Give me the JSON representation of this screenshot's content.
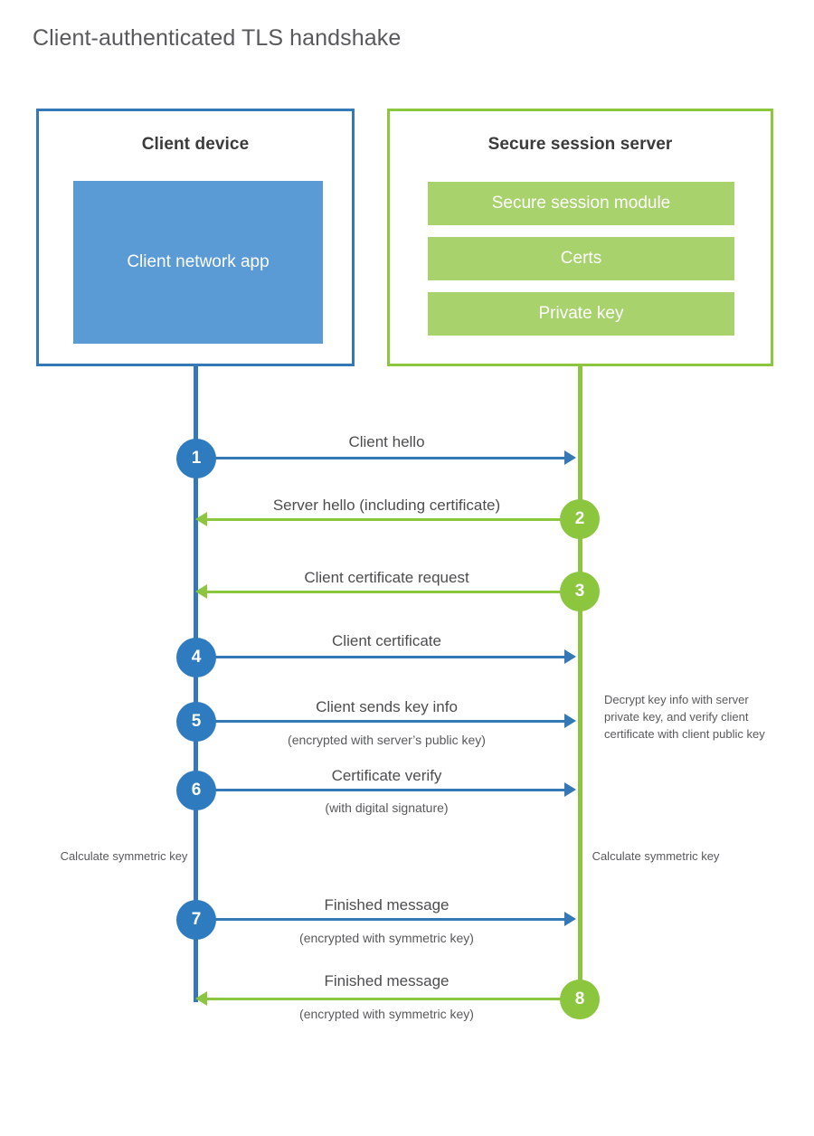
{
  "title": "Client-authenticated TLS handshake",
  "colors": {
    "client_blue": "#3479b5",
    "client_app_fill": "#5b9bd5",
    "server_green": "#8cc63e",
    "server_bar_fill": "#a8d26c",
    "step_blue": "#2e7cbf",
    "text_gray": "#4d4d4f",
    "title_gray": "#58595b",
    "background": "#ffffff"
  },
  "client": {
    "title": "Client device",
    "app_label": "Client network app"
  },
  "server": {
    "title": "Secure session server",
    "bars": [
      {
        "label": "Secure session module"
      },
      {
        "label": "Certs"
      },
      {
        "label": "Private key"
      }
    ]
  },
  "steps": [
    {
      "number": "1",
      "label": "Client hello",
      "sublabel": "",
      "direction": "client-to-server",
      "color": "blue"
    },
    {
      "number": "2",
      "label": "Server hello (including certificate)",
      "sublabel": "",
      "direction": "server-to-client",
      "color": "green"
    },
    {
      "number": "3",
      "label": "Client certificate request",
      "sublabel": "",
      "direction": "server-to-client",
      "color": "green"
    },
    {
      "number": "4",
      "label": "Client certificate",
      "sublabel": "",
      "direction": "client-to-server",
      "color": "blue"
    },
    {
      "number": "5",
      "label": "Client sends key info",
      "sublabel": "(encrypted with server’s public key)",
      "direction": "client-to-server",
      "color": "blue"
    },
    {
      "number": "6",
      "label": "Certificate verify",
      "sublabel": "(with digital signature)",
      "direction": "client-to-server",
      "color": "blue"
    },
    {
      "number": "7",
      "label": "Finished message",
      "sublabel": "(encrypted with symmetric key)",
      "direction": "client-to-server",
      "color": "blue"
    },
    {
      "number": "8",
      "label": "Finished message",
      "sublabel": "(encrypted with symmetric key)",
      "direction": "server-to-client",
      "color": "green"
    }
  ],
  "notes": {
    "server_decrypt": "Decrypt key info with server private key, and verify client certificate with client public key",
    "client_calculate": "Calculate symmetric key",
    "server_calculate": "Calculate symmetric key"
  }
}
